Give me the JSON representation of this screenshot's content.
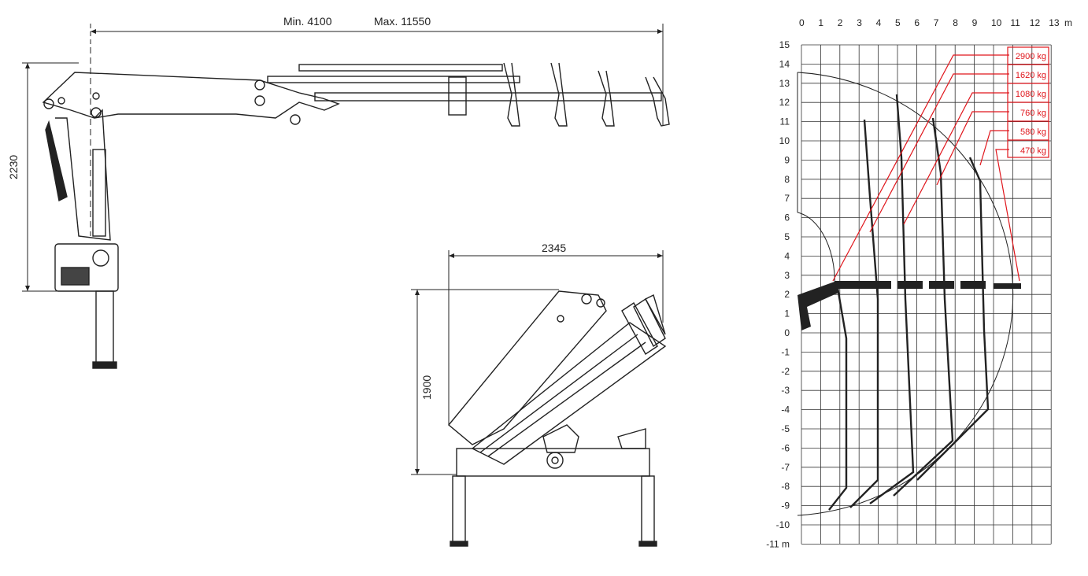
{
  "side_view": {
    "reach_min": "Min. 4100",
    "reach_max": "Max. 11550",
    "height": "2230"
  },
  "folded_view": {
    "width": "2345",
    "height": "1900"
  },
  "load_chart": {
    "x_ticks": [
      "0",
      "1",
      "2",
      "3",
      "4",
      "5",
      "6",
      "7",
      "8",
      "9",
      "10",
      "11",
      "12",
      "13"
    ],
    "x_unit": "m",
    "y_ticks": [
      "15",
      "14",
      "13",
      "12",
      "11",
      "10",
      "9",
      "8",
      "7",
      "6",
      "5",
      "4",
      "3",
      "2",
      "1",
      "0",
      "-1",
      "-2",
      "-3",
      "-4",
      "-5",
      "-6",
      "-7",
      "-8",
      "-9",
      "-10",
      "-11 m"
    ],
    "loads": [
      "2900 kg",
      "1620 kg",
      "1080 kg",
      "760 kg",
      "580 kg",
      "470 kg"
    ],
    "accent_color": "#e0161c"
  }
}
